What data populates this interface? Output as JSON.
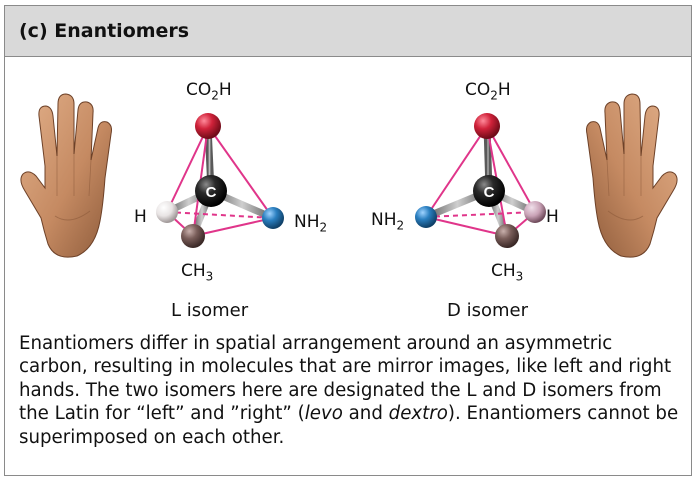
{
  "header": {
    "title": "(c) Enantiomers"
  },
  "left_molecule": {
    "top_label": {
      "main": "CO",
      "sub": "2",
      "tail": "H"
    },
    "center_label": "C",
    "left_label": "H",
    "right_label": {
      "main": "NH",
      "sub": "2"
    },
    "bottom_label": {
      "main": "CH",
      "sub": "3"
    },
    "isomer_label": "L isomer"
  },
  "right_molecule": {
    "top_label": {
      "main": "CO",
      "sub": "2",
      "tail": "H"
    },
    "center_label": "C",
    "left_label": {
      "main": "NH",
      "sub": "2"
    },
    "right_label": "H",
    "bottom_label": {
      "main": "CH",
      "sub": "3"
    },
    "isomer_label": "D isomer"
  },
  "caption": {
    "part1": "Enantiomers differ in spatial arrangement around an asymmetric carbon, resulting in molecules that are mirror images, like left and right hands. The two isomers here are designated the L and D isomers from the Latin for “left” and ”right” (",
    "levo": "levo",
    "and": " and ",
    "dextro": "dextro",
    "part2": "). Enantiomers cannot be superimposed on each other."
  },
  "colors": {
    "header_bg": "#d9d9d9",
    "tetrahedron": "#e0358a",
    "oxygen_ball": "#d0223a",
    "nitrogen_ball": "#2a7fc0",
    "carbon_ball": "#1a1a1a",
    "methyl_ball": "#7a5e5a",
    "hydrogen_ball": "#e8e4e4",
    "skin": "#c58a62"
  }
}
